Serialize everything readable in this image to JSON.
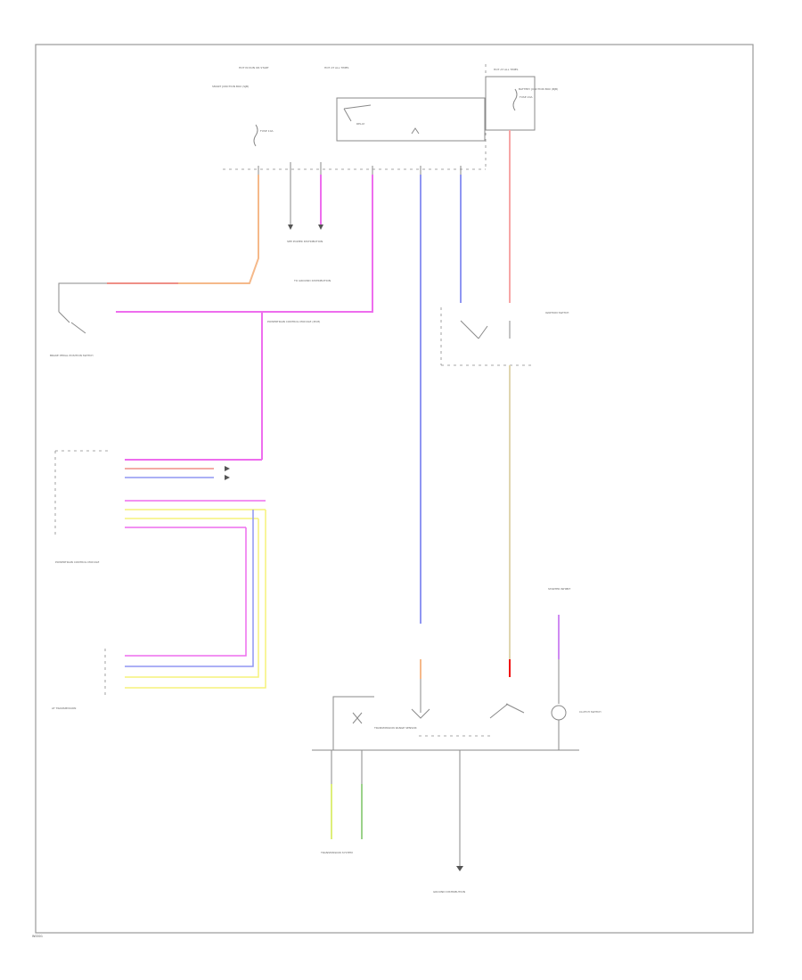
{
  "figure_id": "W0001",
  "colors": {
    "orange": "#f5b98a",
    "red_orange": "#ef8f86",
    "pink": "#ee6dee",
    "violet": "#cf8af2",
    "blue": "#8f96f2",
    "yellow": "#f6f27a",
    "salmon": "#f7a6a6",
    "tan": "#e0d6b0",
    "green": "#9bd28a",
    "lime": "#ddee7a",
    "black_wire": "#8a8a8a",
    "red_tip": "#f01010"
  },
  "icons": [
    "switch-contact-icon",
    "ground-terminal-icon",
    "lamp-icon",
    "connector-arrow-icon"
  ],
  "labels": {
    "fuse_top1": "HOT IN RUN OR START",
    "fuse_top2": "HOT AT ALL TIMES",
    "fuse_top3": "HOT AT ALL TIMES",
    "power_dist": "SMART JUNCTION BOX (SJB)",
    "battery_box": "BATTERY JUNCTION BOX (BJB)",
    "fuse_a": "FUSE 10A",
    "fuse_b": "FUSE 20A",
    "relay": "RELAY",
    "module_comp": "SEE POWER DISTRIBUTION",
    "ground_comp": "TO GROUND DISTRIBUTION",
    "pedal_sw": "BRAKE PEDAL POSITION SWITCH",
    "pcm_label": "POWERTRAIN CONTROL MODULE (PCM)",
    "ignition_sw": "IGNITION SWITCH",
    "trans_ctrl": "POWERTRAIN CONTROL MODULE",
    "trans_conn": "AT TRANSMISSION",
    "trans_range": "TRANSMISSION RANGE SENSOR",
    "clutch_sw": "CLUTCH SWITCH",
    "to_trans": "TRANSMISSION SYSTEM",
    "ground_end": "GROUND DISTRIBUTION",
    "starter_inh": "STARTER INHIBIT"
  }
}
